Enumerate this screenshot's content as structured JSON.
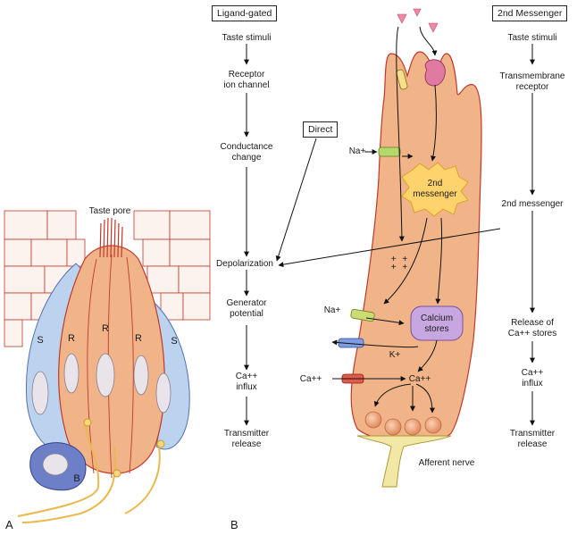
{
  "panel_a": {
    "letter": "A",
    "taste_pore_label": "Taste pore",
    "cell_labels": {
      "support_left": "S",
      "receptor_1": "R",
      "receptor_2": "R",
      "receptor_3": "R",
      "support_right": "S",
      "basal": "B"
    }
  },
  "panel_b": {
    "letter": "B",
    "ligand_gated": {
      "header": "Ligand-gated",
      "steps": [
        "Taste stimuli",
        "Receptor\nion channel",
        "Conductance\nchange",
        "Depolarization",
        "Generator\npotential",
        "Ca++\ninflux",
        "Transmitter\nrelease"
      ]
    },
    "direct_label": "Direct",
    "second_messenger": {
      "header": "2nd Messenger",
      "steps": [
        "Taste stimuli",
        "Transmembrane\nreceptor",
        "2nd messenger",
        "Release of\nCa++ stores",
        "Ca++\ninflux",
        "Transmitter\nrelease"
      ]
    },
    "cell": {
      "na_top": "Na+",
      "second_messenger_blob": "2nd\nmessenger",
      "plus_signs": "+ + + +",
      "na_mid": "Na+",
      "calcium_stores": "Calcium\nstores",
      "k": "K+",
      "ca_left": "Ca++",
      "ca_right": "Ca++",
      "afferent": "Afferent nerve"
    }
  },
  "colors": {
    "receptor_cell": "#f0b488",
    "receptor_outline": "#c0392b",
    "support_cell": "#bcd3ef",
    "basal_cell": "#6c7fc7",
    "calcium_stores": "#c8a7e0",
    "messenger_blob": "#ffd36b",
    "epithelium_outline": "#c0392b"
  }
}
